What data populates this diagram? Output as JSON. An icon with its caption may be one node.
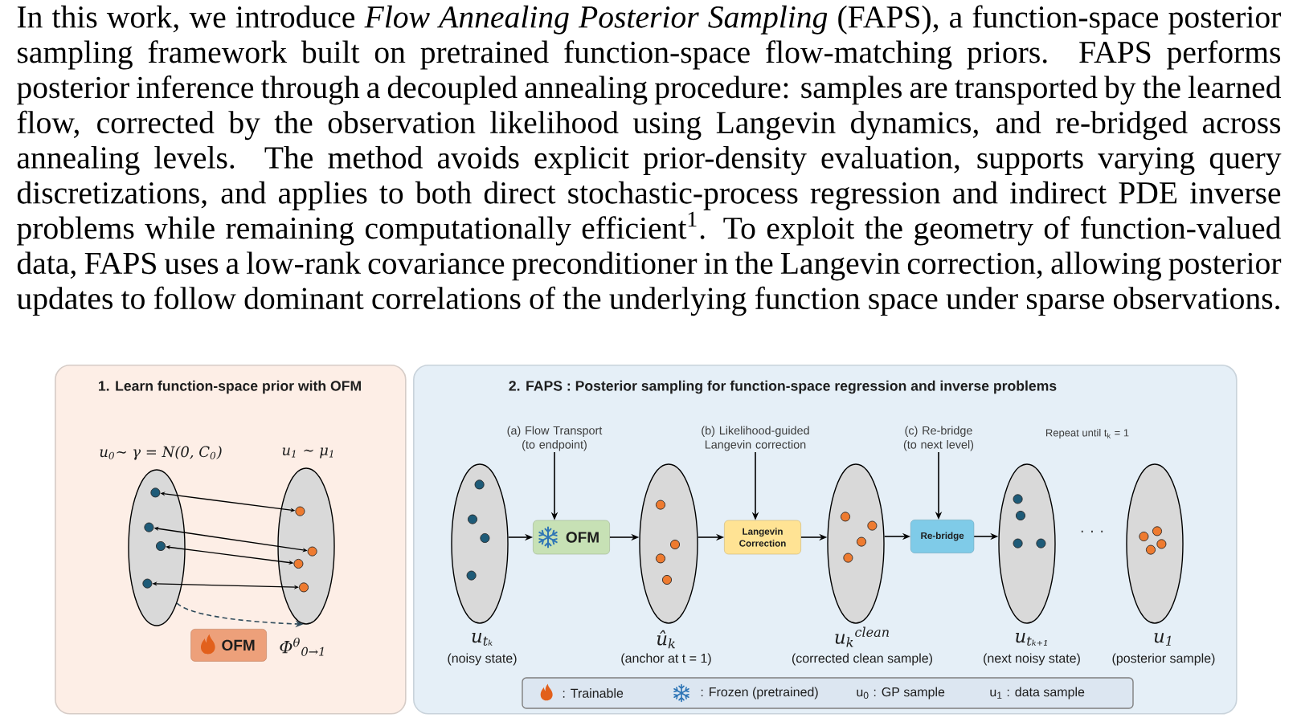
{
  "diagram": {
    "nodes": [
      {
        "text": [
          "1. Learn function-space prior with OFM"
        ]
      },
      {
        "text": [
          "u$_{0}$∼ γ = N(0, C$_{0}$)"
        ],
        "in": 0
      },
      {
        "text": [],
        "shape": "circle",
        "in": 1
      },
      {
        "text": [],
        "shape": "circle",
        "in": 1
      },
      {
        "text": [],
        "shape": "circle",
        "in": 1
      },
      {
        "text": [],
        "shape": "circle",
        "in": 1
      },
      {
        "text": [
          "u$_{1}$ ∼ μ$_{1}$"
        ],
        "in": 0
      },
      {
        "text": [],
        "shape": "circle",
        "in": 6
      },
      {
        "text": [],
        "shape": "circle",
        "in": 6
      },
      {
        "text": [],
        "shape": "circle",
        "in": 6
      },
      {
        "text": [],
        "shape": "circle",
        "in": 6
      },
      {
        "text": [
          "OFM"
        ],
        "beside": [
          "Φ$^{θ}$$_{0→1}$"
        ],
        "in": 0
      },
      {
        "text": [
          "2. FAPS : Posterior sampling for function-space regression and inverse problems"
        ]
      },
      {
        "text": [
          "(a) Flow Transport (to endpoint)"
        ],
        "in": 12
      },
      {
        "text": [
          "(b) Likelihood-guided Langevin correction"
        ],
        "in": 12
      },
      {
        "text": [
          "(c) Re-bridge (to next level)"
        ],
        "in": 12
      },
      {
        "text": [
          "u$_{tₖ}$",
          "(noisy state)"
        ],
        "in": 12
      },
      {
        "text": [
          "OFM"
        ],
        "in": 12
      },
      {
        "text": [
          "û$_{k}$",
          "(anchor at t = 1)"
        ],
        "in": 12
      },
      {
        "text": [
          "Langevin Correction"
        ],
        "in": 12
      },
      {
        "text": [
          "u$_{k}$$^{clean}$",
          "(corrected clean sample)"
        ],
        "in": 12
      },
      {
        "text": [
          "Re-bridge"
        ],
        "in": 12
      },
      {
        "text": [
          "u$_{tₖ₊₁}$",
          "(next noisy state)"
        ],
        "in": 12
      },
      {
        "text": [
          "u$_{1}$",
          "(posterior sample)"
        ],
        "in": 12
      }
    ],
    "edges": [
      {
        "from": 2,
        "to": 7,
        "arrow": "both"
      },
      {
        "from": 3,
        "to": 8,
        "arrow": "both"
      },
      {
        "from": 4,
        "to": 9,
        "arrow": "both"
      },
      {
        "from": 5,
        "to": 10,
        "arrow": "both"
      },
      {
        "from": 1,
        "to": 6,
        "arrow": "to",
        "style": "dashed",
        "color": "#2e4a5a"
      },
      {
        "from": 13,
        "to": 17,
        "arrow": "to"
      },
      {
        "from": 14,
        "to": 19,
        "arrow": "to"
      },
      {
        "from": 15,
        "to": 21,
        "arrow": "to"
      },
      {
        "from": 16,
        "to": 17,
        "arrow": "to"
      },
      {
        "from": 17,
        "to": 18,
        "arrow": "to"
      },
      {
        "from": 18,
        "to": 19,
        "arrow": "to"
      },
      {
        "from": 19,
        "to": 20,
        "arrow": "to"
      },
      {
        "from": 20,
        "to": 21,
        "arrow": "to"
      },
      {
        "from": 21,
        "to": 22,
        "arrow": "to"
      }
    ],
    "labels": [
      "In this work, we introduce *Flow Annealing Posterior Sampling* (FAPS), a function-space posterior sampling framework built on pretrained function-space flow-matching priors. FAPS performs posterior inference through a decoupled annealing procedure: samples are transported by the learned flow, corrected by the observation likelihood using Langevin dynamics, and re-bridged across annealing levels. The method avoids explicit prior-density evaluation, supports varying query discretizations, and applies to both direct stochastic-process regression and indirect PDE inverse problems while remaining computationally efficient$^{1}$. To exploit the geometry of function-valued data, FAPS uses a low-rank covariance preconditioner in the Langevin correction, allowing posterior updates to follow dominant correlations of the underlying function space under sparse observations.",
      "Repeat until t$_{k}$ = 1",
      "· · ·"
    ],
    "legend": [
      {
        "text": ": Trainable"
      },
      {
        "text": ": Frozen (pretrained)"
      },
      {
        "text": "u$_{0}$ : GP sample"
      },
      {
        "text": "u$_{1}$ : data sample"
      }
    ]
  }
}
